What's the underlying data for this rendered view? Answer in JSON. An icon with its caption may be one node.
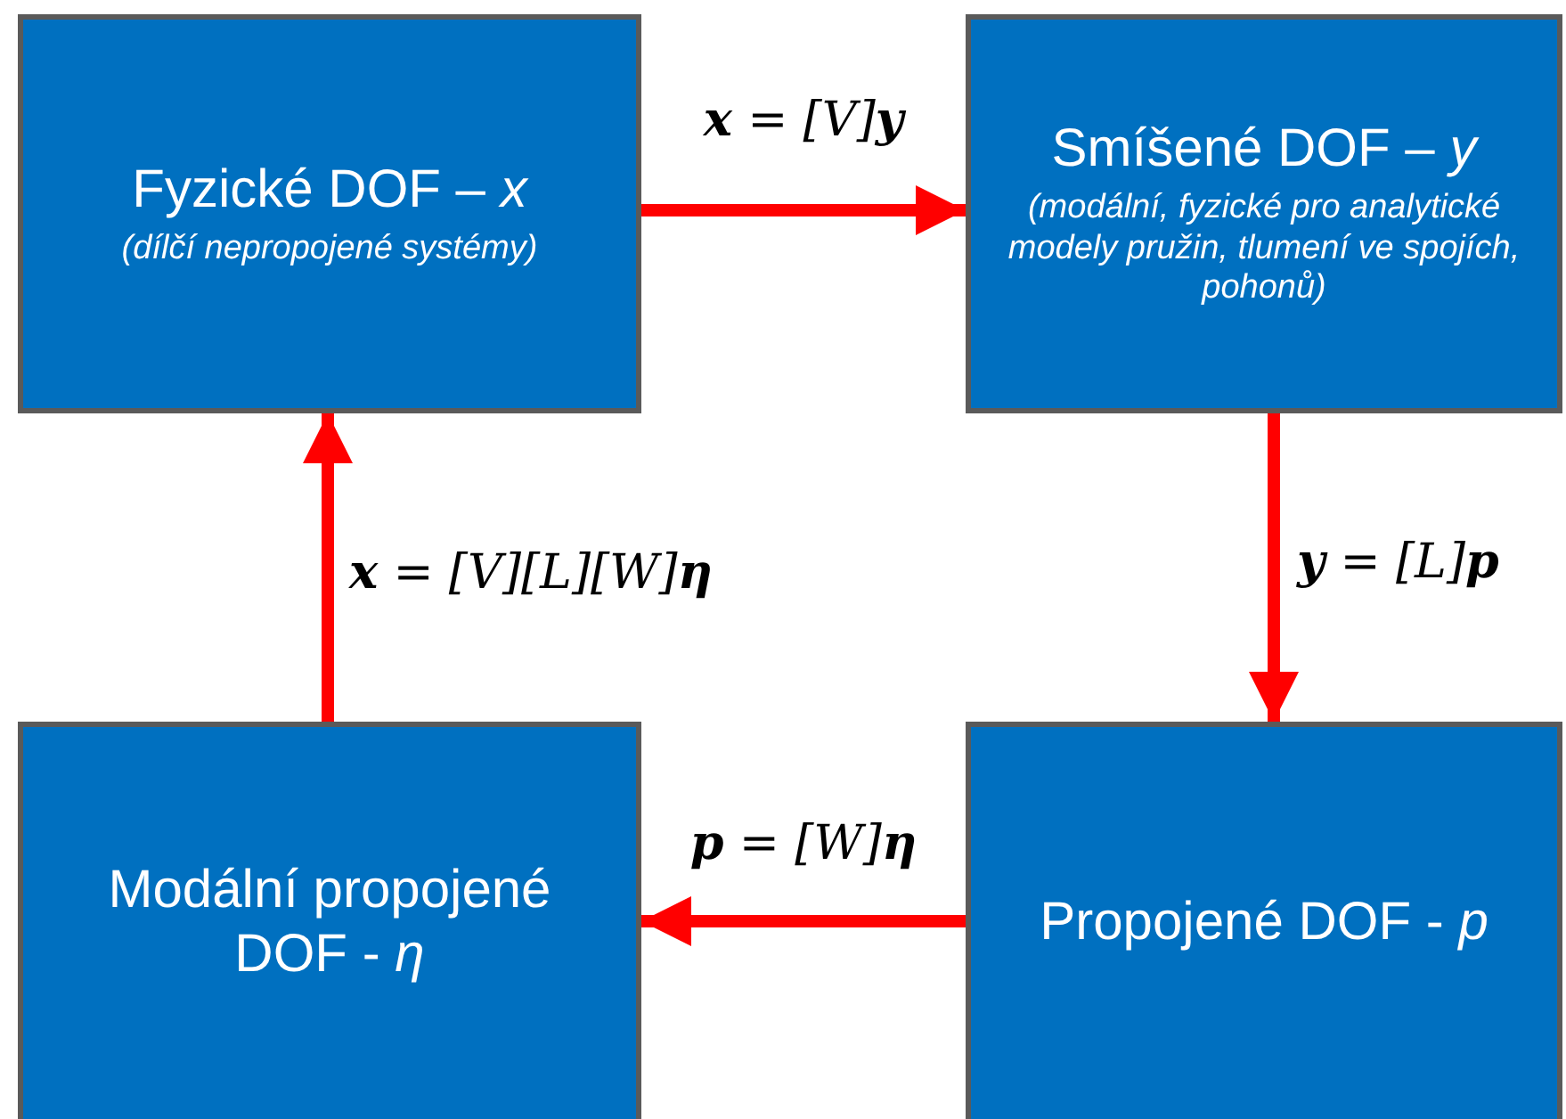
{
  "diagram": {
    "nodes": [
      {
        "text": [
          "Fyzické DOF – *x*",
          "(dílčí nepropojené systémy)"
        ]
      },
      {
        "text": [
          "Smíšené DOF – *y*",
          "(modální, fyzické pro analytické modely pružin, tlumení ve spojích, pohonů)"
        ]
      },
      {
        "text": [
          "Modální propojené DOF - *η*"
        ]
      },
      {
        "text": [
          "Propojené DOF - *p*"
        ]
      }
    ],
    "edges": [
      {
        "from": 0,
        "to": 1,
        "arrow": "to",
        "label": "**x** = [*V*]**y**"
      },
      {
        "from": 1,
        "to": 3,
        "arrow": "to",
        "label": "**y** = [*L*]**p**"
      },
      {
        "from": 3,
        "to": 2,
        "arrow": "to",
        "label": "**p** = [*W*]**η**"
      },
      {
        "from": 2,
        "to": 0,
        "arrow": "to",
        "label": "**x** = [*V*][*L*][*W*]**η**"
      }
    ]
  }
}
